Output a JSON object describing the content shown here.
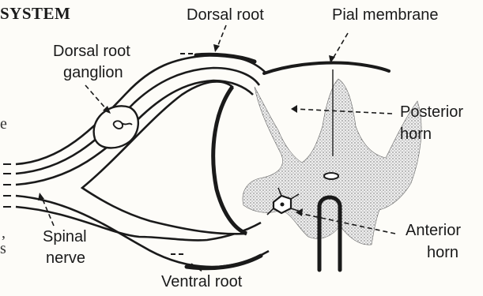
{
  "header": {
    "section_title": "SYSTEM"
  },
  "margin_fragments": {
    "line1": "e",
    "line2": ",",
    "line3": "s"
  },
  "labels": {
    "dorsal_root": "Dorsal root",
    "pial_membrane": "Pial membrane",
    "dorsal_root_ganglion_line1": "Dorsal root",
    "dorsal_root_ganglion_line2": "ganglion",
    "posterior_horn_line1": "Posterior",
    "posterior_horn_line2": "horn",
    "anterior_horn_line1": "Anterior",
    "anterior_horn_line2": "horn",
    "spinal_nerve_line1": "Spinal",
    "spinal_nerve_line2": "nerve",
    "ventral_root": "Ventral root"
  },
  "colors": {
    "ink": "#1a1a1a",
    "grey_matter_fill": "#d9d9d9",
    "paper": "#fdfcf8"
  }
}
